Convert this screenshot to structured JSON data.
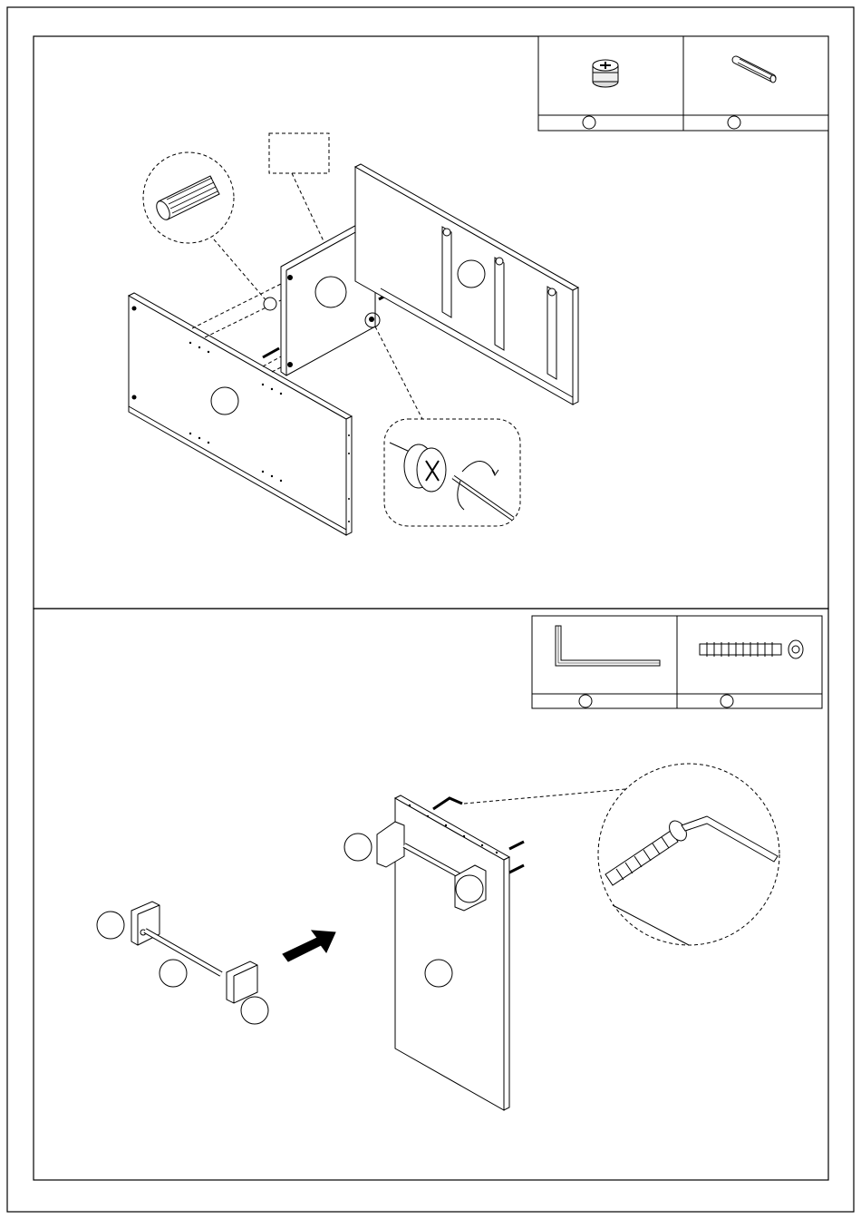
{
  "page": {
    "steps": [
      {
        "step_label": "",
        "parts_table": [
          {
            "icon": "cam-lock-icon",
            "part_label": "",
            "quantity": ""
          },
          {
            "icon": "wooden-dowel-icon",
            "part_label": "",
            "quantity": ""
          }
        ],
        "callouts": [
          "",
          "",
          ""
        ],
        "detail_views": [
          "dowel-detail",
          "cam-lock-tightening-detail"
        ]
      },
      {
        "step_label": "",
        "parts_table": [
          {
            "icon": "allen-key-icon",
            "part_label": "",
            "quantity": ""
          },
          {
            "icon": "confirmat-screw-icon",
            "part_label": "",
            "quantity": ""
          }
        ],
        "callouts": [
          "",
          "",
          "",
          "",
          "",
          ""
        ],
        "detail_views": [
          "screw-and-allen-key-detail"
        ]
      }
    ]
  }
}
